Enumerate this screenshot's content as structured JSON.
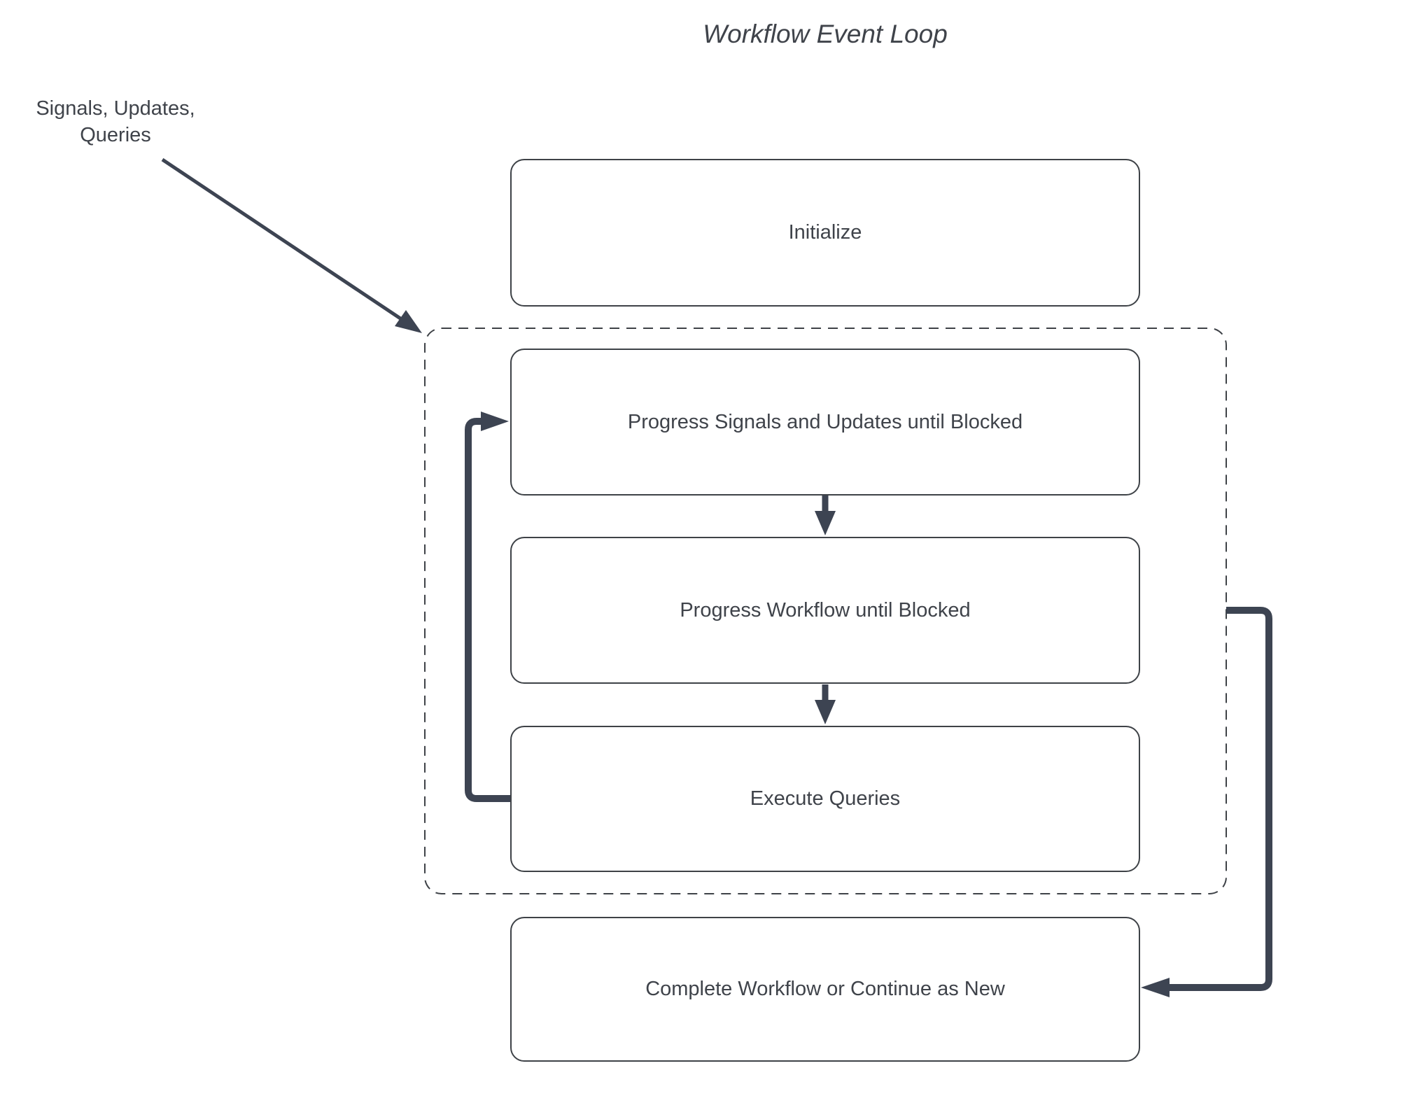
{
  "title": "Workflow Event Loop",
  "external_input_label": {
    "line1": "Signals, Updates,",
    "line2": "Queries"
  },
  "nodes": {
    "initialize": {
      "label": "Initialize"
    },
    "progress_signals": {
      "label": "Progress Signals and Updates until Blocked"
    },
    "progress_workflow": {
      "label": "Progress Workflow until Blocked"
    },
    "execute_queries": {
      "label": "Execute Queries"
    },
    "complete": {
      "label": "Complete Workflow or Continue as New"
    }
  },
  "group": {
    "name": "event-loop-group",
    "border_style": "dashed",
    "contains": [
      "progress_signals",
      "progress_workflow",
      "execute_queries"
    ]
  },
  "edges": [
    {
      "from": "external-input-label",
      "to": "event-loop-group",
      "type": "arrow"
    },
    {
      "from": "progress_signals",
      "to": "progress_workflow",
      "type": "arrow"
    },
    {
      "from": "progress_workflow",
      "to": "execute_queries",
      "type": "arrow"
    },
    {
      "from": "execute_queries",
      "to": "progress_signals",
      "type": "loop-back-arrow"
    },
    {
      "from": "event-loop-group",
      "to": "complete",
      "type": "arrow"
    }
  ],
  "colors": {
    "connector": "#3d4452",
    "box_border": "#3e4247",
    "text": "#3f434a",
    "background": "#ffffff"
  }
}
